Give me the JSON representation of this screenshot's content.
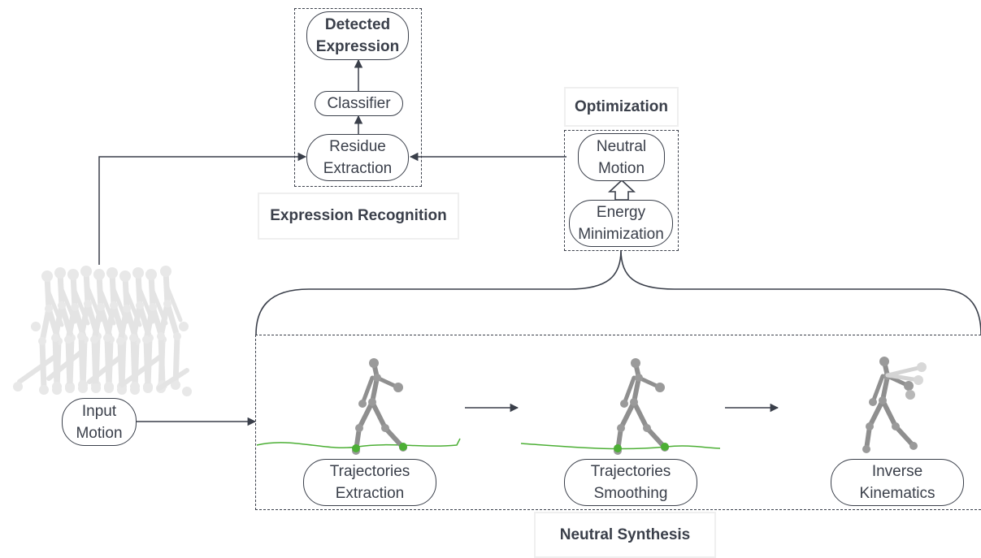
{
  "nodes": {
    "detected_expression": "Detected\nExpression",
    "classifier": "Classifier",
    "residue_extraction": "Residue\nExtraction",
    "neutral_motion": "Neutral\nMotion",
    "energy_minimization": "Energy\nMinimization",
    "input_motion": "Input\nMotion",
    "trajectories_extraction": "Trajectories\nExtraction",
    "trajectories_smoothing": "Trajectories\nSmoothing",
    "inverse_kinematics": "Inverse\nKinematics"
  },
  "groups": {
    "expression_recognition": "Expression Recognition",
    "optimization": "Optimization",
    "neutral_synthesis": "Neutral Synthesis"
  },
  "colors": {
    "ink": "#3a3f4a",
    "trajectory": "#4caf35",
    "skeleton": "#9a9a9a",
    "skeleton_light": "#e4e4e4"
  }
}
